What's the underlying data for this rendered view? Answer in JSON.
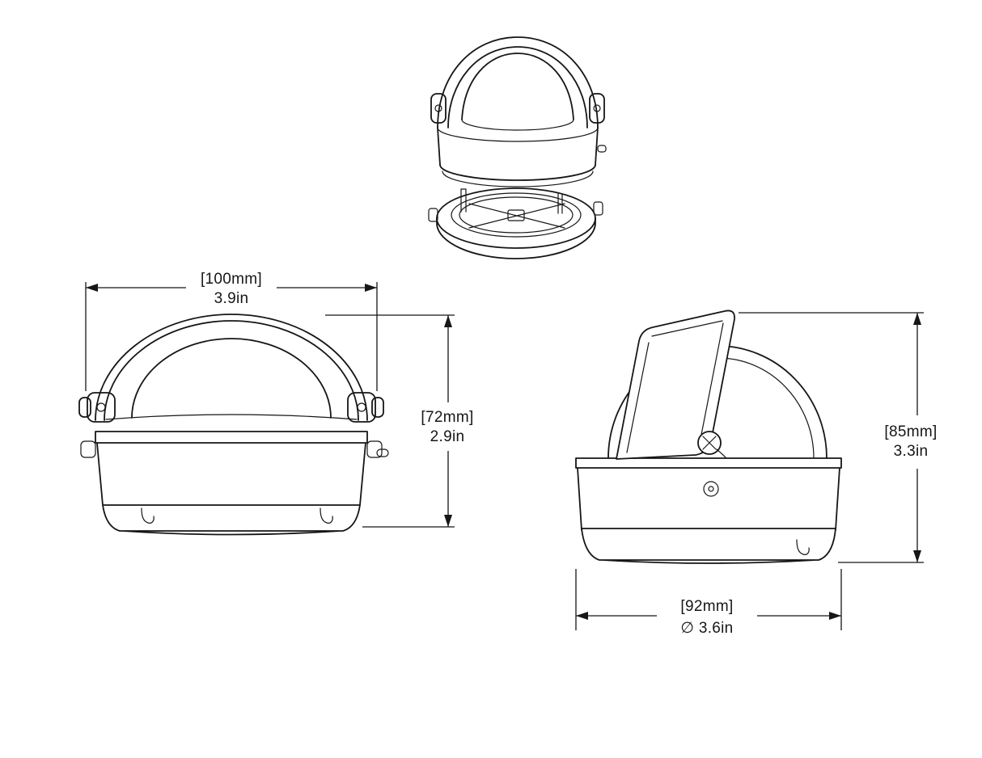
{
  "colors": {
    "line": "#161616",
    "background": "#ffffff"
  },
  "views": {
    "front": {
      "width": {
        "metric": "[100mm]",
        "imperial": "3.9in"
      },
      "height": {
        "metric": "[72mm]",
        "imperial": "2.9in"
      }
    },
    "side": {
      "height": {
        "metric": "[85mm]",
        "imperial": "3.3in"
      },
      "diameter": {
        "metric": "[92mm]",
        "imperial": "∅ 3.6in"
      }
    }
  }
}
